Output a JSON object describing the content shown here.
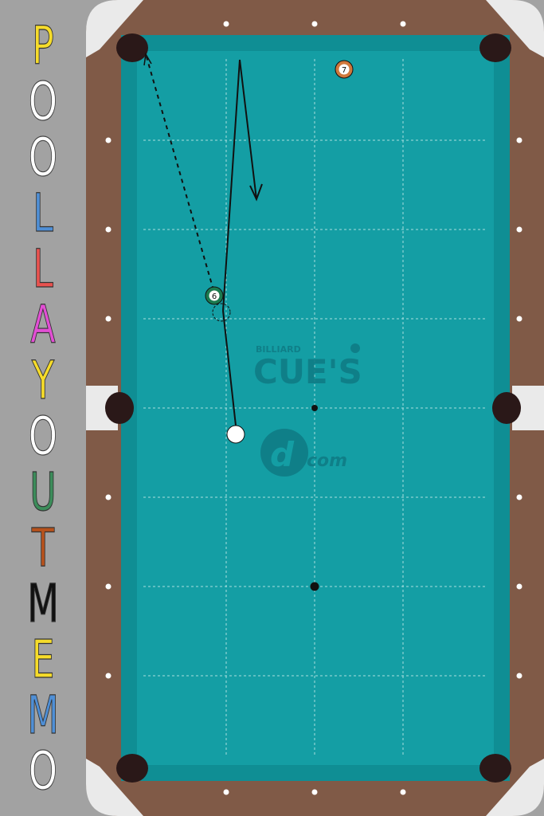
{
  "app": {
    "title_letters": [
      {
        "ch": "P",
        "color": "#f6dc2a"
      },
      {
        "ch": "O",
        "color": "#ffffff"
      },
      {
        "ch": "O",
        "color": "#ffffff"
      },
      {
        "ch": "L",
        "color": "#4f8fd6"
      },
      {
        "ch": "L",
        "color": "#e8524f"
      },
      {
        "ch": "A",
        "color": "#e24fd4"
      },
      {
        "ch": "Y",
        "color": "#f6dc2a"
      },
      {
        "ch": "O",
        "color": "#ffffff"
      },
      {
        "ch": "U",
        "color": "#3c8c5a"
      },
      {
        "ch": "T",
        "color": "#b7521c"
      },
      {
        "ch": "M",
        "color": "#111111"
      },
      {
        "ch": "E",
        "color": "#f6dc2a"
      },
      {
        "ch": "M",
        "color": "#4f8fd6"
      },
      {
        "ch": "O",
        "color": "#ffffff"
      }
    ]
  },
  "watermark": {
    "small": "BILLIARD",
    "big": "CUE'S",
    "domain": "com",
    "color": "#0f7c86"
  },
  "table": {
    "cloth_color": "#149ea4",
    "rail_color": "#805a47",
    "corner_color": "#eaeaea"
  },
  "balls": [
    {
      "id": "cue",
      "label": "",
      "color": "#ffffff"
    },
    {
      "id": "six",
      "label": "6",
      "color": "#1b7a4f"
    },
    {
      "id": "seven",
      "label": "7",
      "color": "#d0783c"
    }
  ]
}
